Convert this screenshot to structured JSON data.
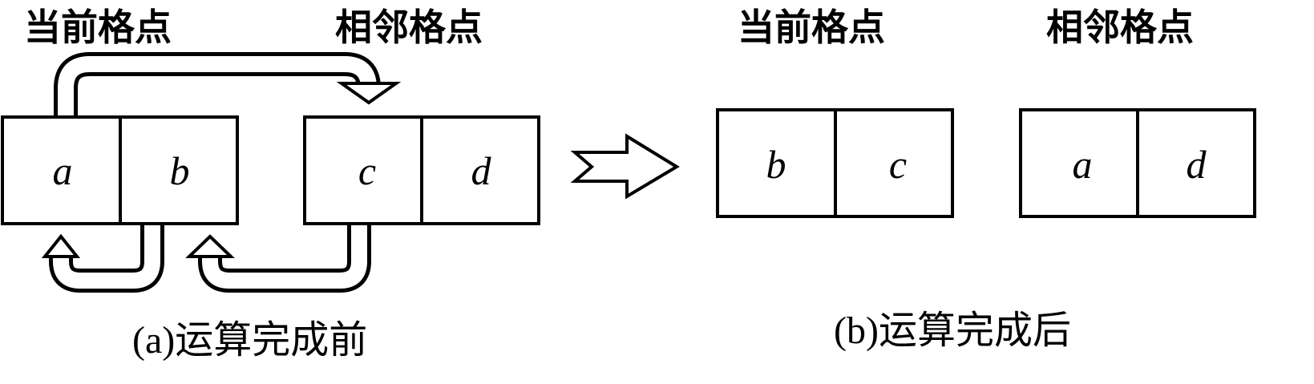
{
  "panel_a": {
    "header_current": "当前格点",
    "header_neighbor": "相邻格点",
    "current_cells": [
      "a",
      "b"
    ],
    "neighbor_cells": [
      "c",
      "d"
    ],
    "caption": "(a)运算完成前"
  },
  "panel_b": {
    "header_current": "当前格点",
    "header_neighbor": "相邻格点",
    "current_cells": [
      "b",
      "c"
    ],
    "neighbor_cells": [
      "a",
      "d"
    ],
    "caption": "(b)运算完成后"
  }
}
